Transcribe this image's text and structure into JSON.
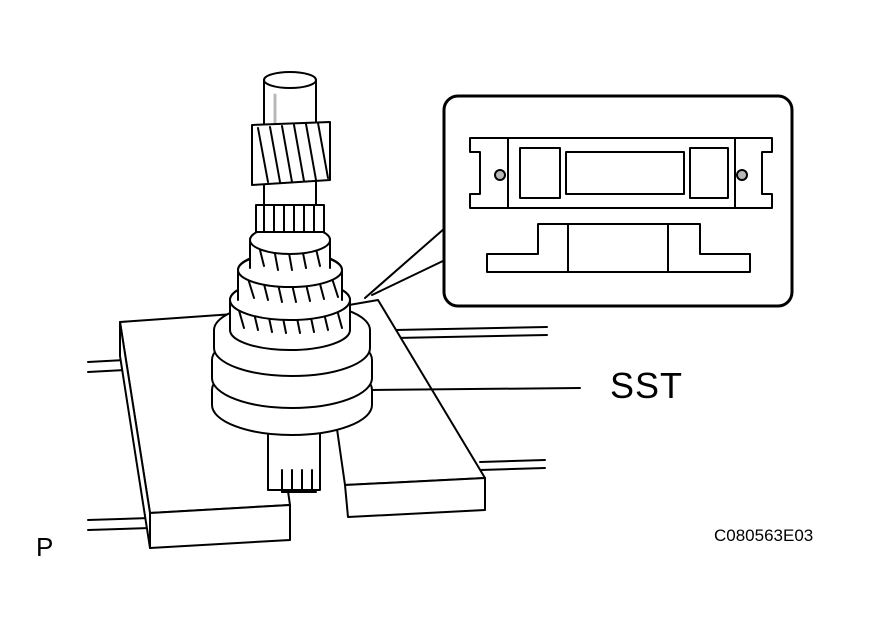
{
  "labels": {
    "tool": "SST",
    "corner": "P",
    "figure_code": "C080563E03"
  },
  "colors": {
    "ink": "#000000",
    "paper": "#ffffff",
    "shade": "#b8b8b8"
  },
  "icons": {
    "press_fit": "bearing-press-illustration",
    "detail": "bearing-cross-section-inset"
  }
}
